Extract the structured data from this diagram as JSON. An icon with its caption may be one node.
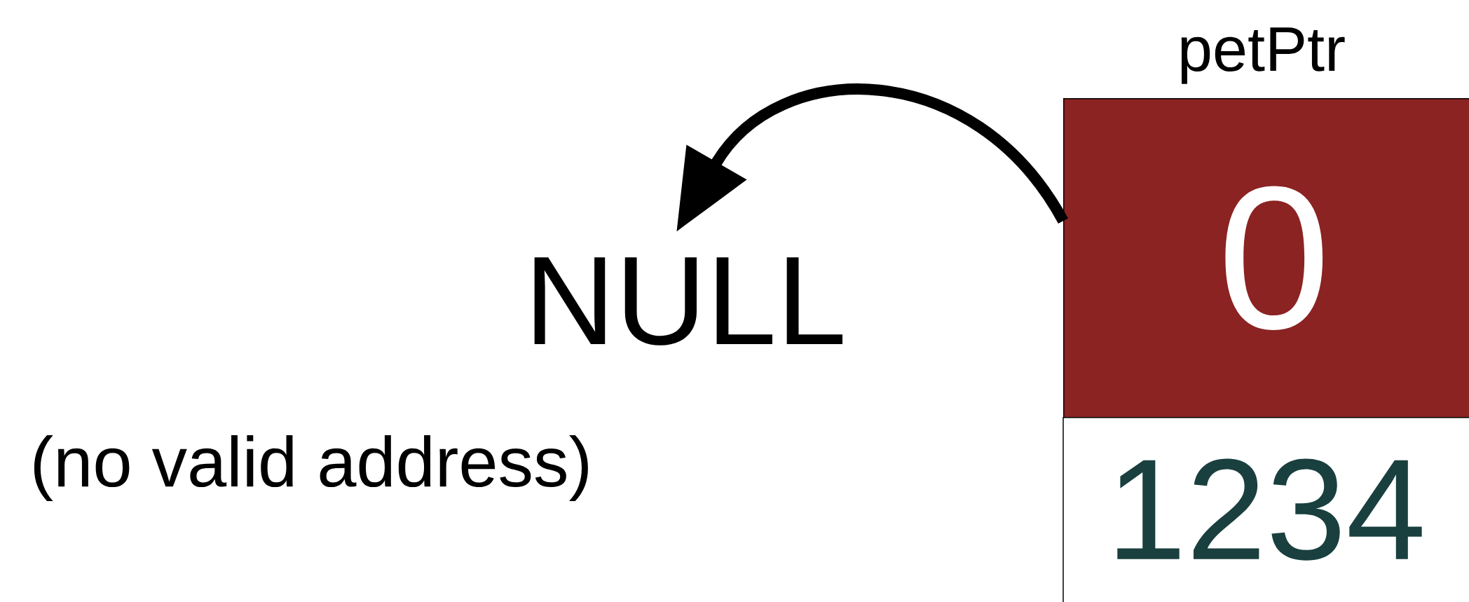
{
  "diagram": {
    "nodes": [
      {
        "text": [
          "petPtr",
          "0"
        ]
      },
      {
        "text": [
          "1234"
        ]
      },
      {
        "text": [
          "NULL",
          "(no valid address)"
        ]
      }
    ],
    "edges": [
      {
        "from": 0,
        "to": 2,
        "arrow": "to"
      }
    ]
  }
}
